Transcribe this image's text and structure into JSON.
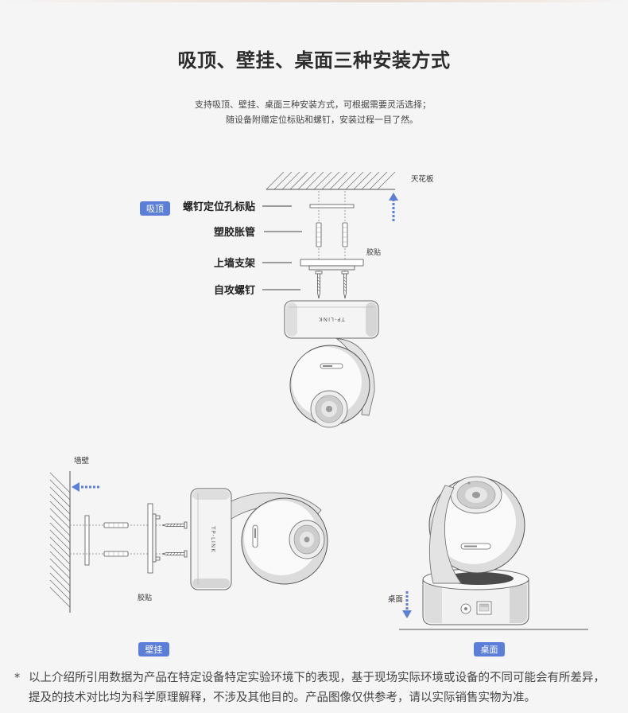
{
  "page": {
    "title": "吸顶、壁挂、桌面三种安装方式",
    "subtitle_lines": [
      "支持吸顶、壁挂、桌面三种安装方式，可根据需要灵活选择；",
      "随设备附赠定位标贴和螺钉，安装过程一目了然。"
    ]
  },
  "colors": {
    "accent": "#5b7fd8",
    "background": "#f5f5f5",
    "text": "#333333"
  },
  "brand": "TP-LINK",
  "icons": {
    "ceiling_direction": "arrow-up-icon",
    "wall_direction": "arrow-left-icon",
    "desk_direction": "arrow-down-icon"
  },
  "ceiling_mount": {
    "badge": "吸顶",
    "surface_label": "天花板",
    "adhesive_label": "胶贴",
    "parts": [
      {
        "label": "螺钉定位孔标贴"
      },
      {
        "label": "塑胶胀管"
      },
      {
        "label": "上墙支架"
      },
      {
        "label": "自攻螺钉"
      }
    ]
  },
  "wall_mount": {
    "badge": "壁挂",
    "surface_label": "墙壁",
    "adhesive_label": "胶贴"
  },
  "desk_mount": {
    "badge": "桌面",
    "surface_label": "桌面"
  },
  "footnote": {
    "marker": "*",
    "lines": [
      "以上介绍所引用数据为产品在特定设备特定实验环境下的表现，基于现场实际环境或设备的不同可能会有所差异，",
      "提及的技术对比均为科学原理解释，不涉及其他目的。产品图像仅供参考，请以实际销售实物为准。"
    ]
  }
}
